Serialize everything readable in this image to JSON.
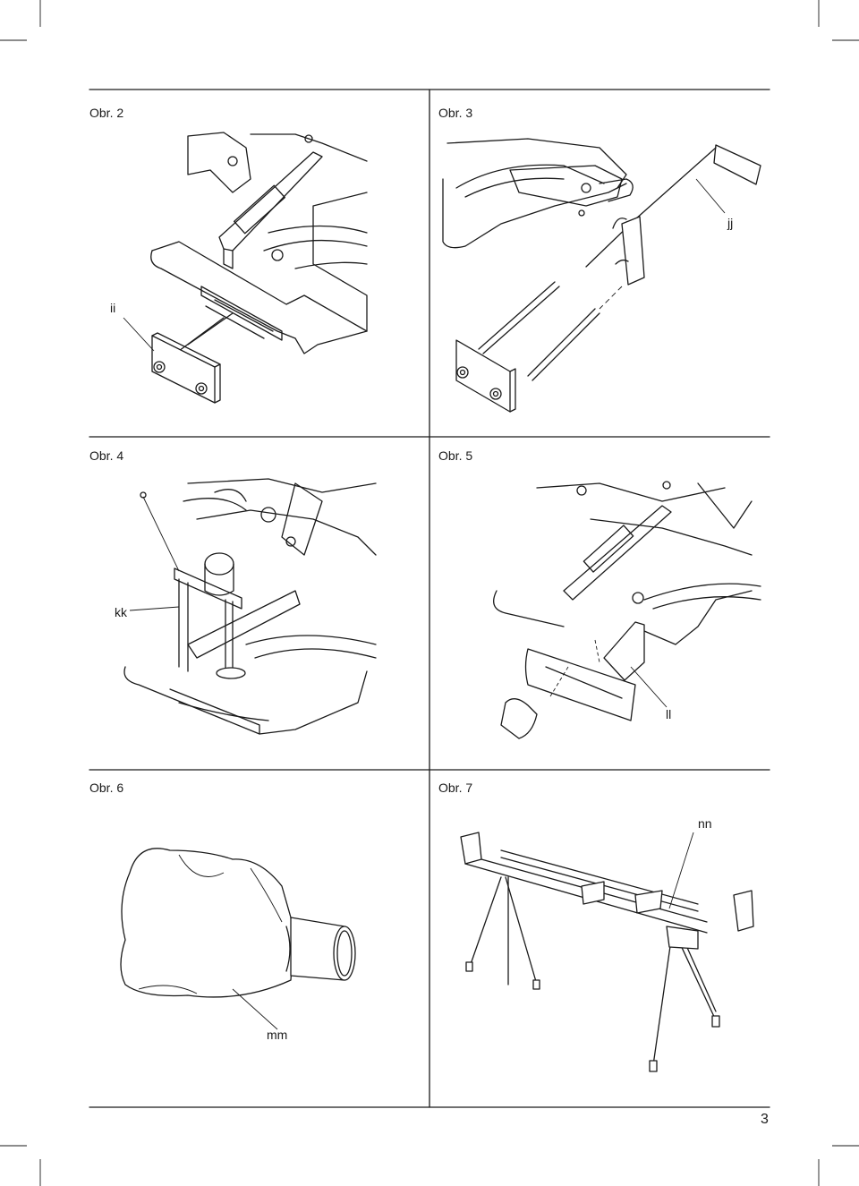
{
  "figures": [
    {
      "id": "fig2",
      "label": "Obr. 2",
      "callouts": [
        "ii"
      ]
    },
    {
      "id": "fig3",
      "label": "Obr. 3",
      "callouts": [
        "jj"
      ]
    },
    {
      "id": "fig4",
      "label": "Obr. 4",
      "callouts": [
        "kk"
      ]
    },
    {
      "id": "fig5",
      "label": "Obr. 5",
      "callouts": [
        "ll"
      ]
    },
    {
      "id": "fig6",
      "label": "Obr. 6",
      "callouts": [
        "mm"
      ]
    },
    {
      "id": "fig7",
      "label": "Obr. 7",
      "callouts": [
        "nn"
      ]
    }
  ],
  "page_number": "3"
}
